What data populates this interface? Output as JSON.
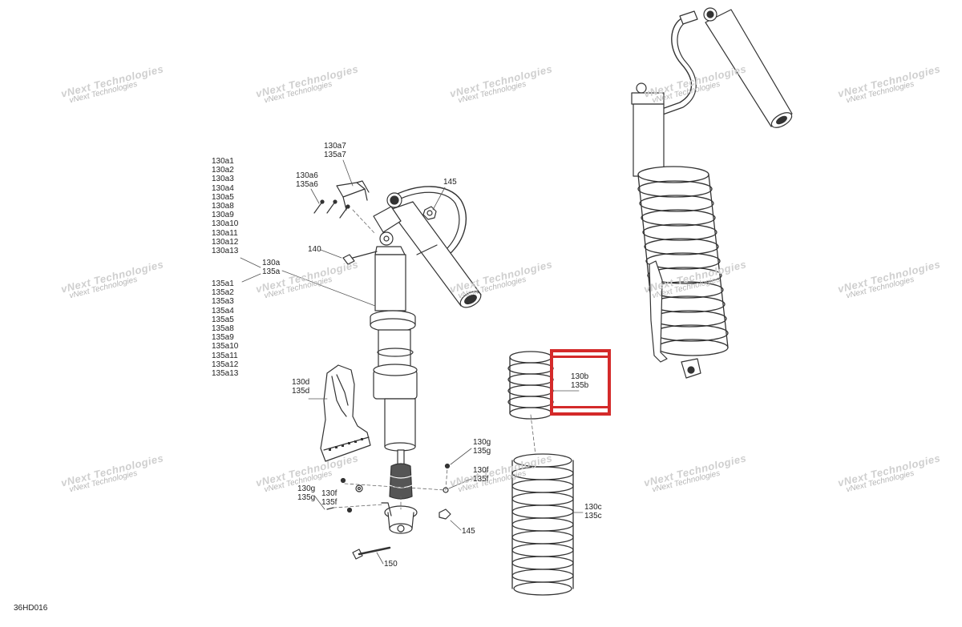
{
  "diagram_code": "36HD016",
  "watermark_text": "vNext Technologies",
  "highlight_color": "#d42a2a",
  "callouts": {
    "left_list_a": [
      "130a1",
      "130a2",
      "130a3",
      "130a4",
      "130a5",
      "130a8",
      "130a9",
      "130a10",
      "130a11",
      "130a12",
      "130a13"
    ],
    "left_list_b": [
      "135a1",
      "135a2",
      "135a3",
      "135a4",
      "135a5",
      "135a8",
      "135a9",
      "135a10",
      "135a11",
      "135a12",
      "135a13"
    ],
    "main_a": [
      "130a",
      "135a"
    ],
    "top_a7": [
      "130a7",
      "135a7"
    ],
    "top_a6": [
      "130a6",
      "135a6"
    ],
    "ref_145_top": "145",
    "ref_140": "140",
    "guard_d": [
      "130d",
      "135d"
    ],
    "spring_b": [
      "130b",
      "135b"
    ],
    "spring_c": [
      "130c",
      "135c"
    ],
    "hw_g_right": [
      "130g",
      "135g"
    ],
    "hw_f_right": [
      "130f",
      "135f"
    ],
    "hw_g_left": [
      "130g",
      "135g"
    ],
    "hw_f_left": [
      "130f",
      "135f"
    ],
    "ref_145_bottom": "145",
    "ref_150": "150"
  }
}
